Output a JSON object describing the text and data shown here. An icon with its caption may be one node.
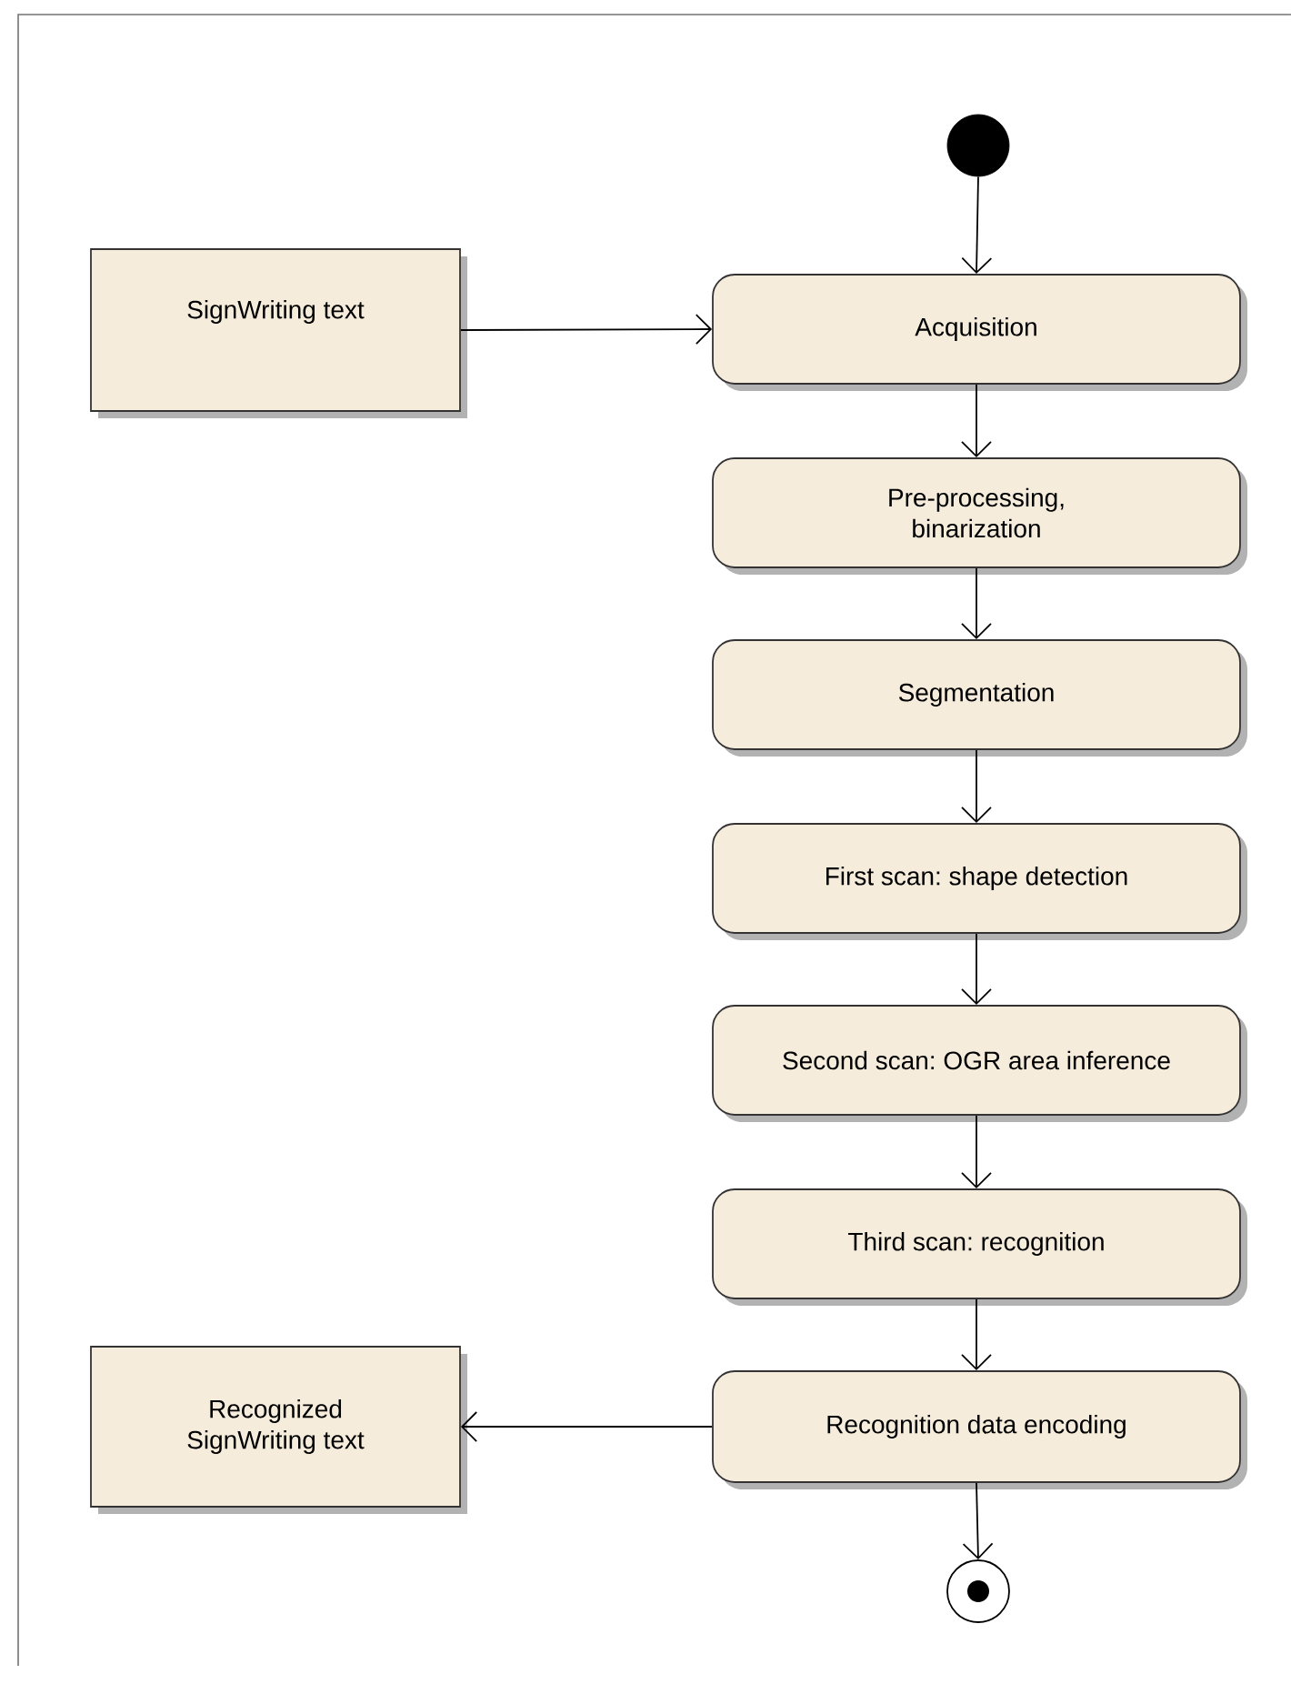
{
  "diagram": {
    "nodes": [
      {
        "text": [],
        "shape": "circle"
      },
      {
        "text": [
          "SignWriting text"
        ]
      },
      {
        "text": [
          "Acquisition"
        ]
      },
      {
        "text": [
          "Pre-processing, binarization"
        ]
      },
      {
        "text": [
          "Segmentation"
        ]
      },
      {
        "text": [
          "First scan: shape detection"
        ]
      },
      {
        "text": [
          "Second scan: OGR area inference"
        ]
      },
      {
        "text": [
          "Third scan: recognition"
        ]
      },
      {
        "text": [
          "Recognition data encoding"
        ]
      },
      {
        "text": [
          "Recognized SignWriting text"
        ]
      },
      {
        "text": [],
        "shape": "circle"
      }
    ],
    "edges": [
      {
        "from": 0,
        "to": 2,
        "arrow": "to"
      },
      {
        "from": 1,
        "to": 2,
        "arrow": "to"
      },
      {
        "from": 2,
        "to": 3,
        "arrow": "to"
      },
      {
        "from": 3,
        "to": 4,
        "arrow": "to"
      },
      {
        "from": 4,
        "to": 5,
        "arrow": "to"
      },
      {
        "from": 5,
        "to": 6,
        "arrow": "to"
      },
      {
        "from": 6,
        "to": 7,
        "arrow": "to"
      },
      {
        "from": 7,
        "to": 8,
        "arrow": "to"
      },
      {
        "from": 8,
        "to": 9,
        "arrow": "to"
      },
      {
        "from": 8,
        "to": 10,
        "arrow": "to"
      }
    ]
  }
}
